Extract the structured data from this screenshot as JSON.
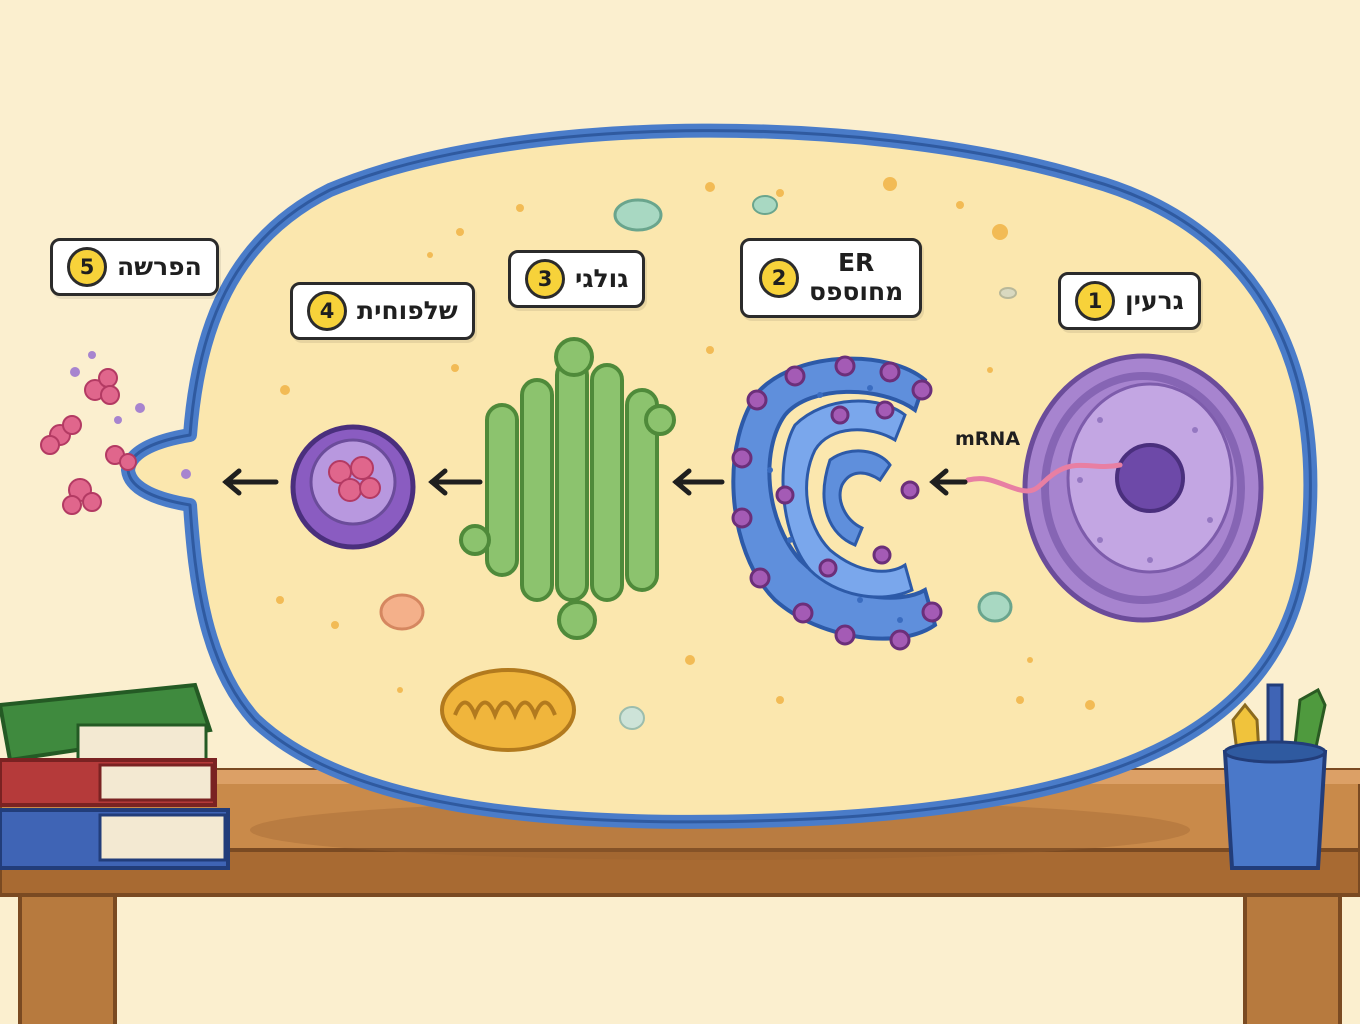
{
  "steps": [
    {
      "num": "1",
      "label": "גרעין"
    },
    {
      "num": "2",
      "label_line1": "ER",
      "label_line2": "מחוספס"
    },
    {
      "num": "3",
      "label": "גולגי"
    },
    {
      "num": "4",
      "label": "שלפוחית"
    },
    {
      "num": "5",
      "label": "הפרשה"
    }
  ],
  "mrna_label": "mRNA",
  "colors": {
    "background": "#fbefcf",
    "cytoplasm": "#fbe7ae",
    "membrane": "#4a7cc9",
    "nucleus": "#a784cf",
    "nucleolus": "#6d49a8",
    "rough_er": "#5f8fdc",
    "ribosome": "#a45bb5",
    "golgi": "#8cc36e",
    "vesicle": "#8a5cc1",
    "secretion": "#e0668c",
    "mitochondrion": "#f0b53c",
    "table": "#c98a4a",
    "badge": "#f7d23a"
  },
  "icons": [
    "arrow-left-icon",
    "books-icon",
    "pencil-cup-icon"
  ]
}
